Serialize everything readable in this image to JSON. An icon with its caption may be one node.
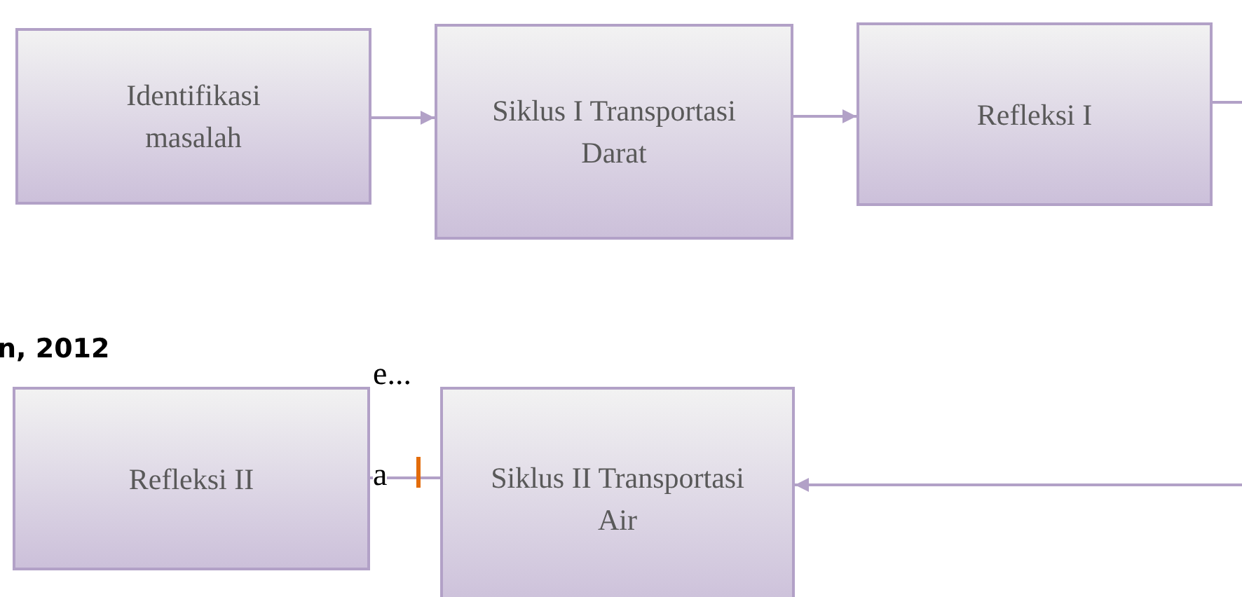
{
  "diagram": {
    "nodes": [
      {
        "text": [
          "Identifikasi masalah"
        ]
      },
      {
        "text": [
          "Siklus I Transportasi Darat"
        ]
      },
      {
        "text": [
          "Refleksi I"
        ]
      },
      {
        "text": [
          "Refleksi II"
        ]
      },
      {
        "text": [
          "Siklus II Transportasi Air"
        ]
      }
    ],
    "edges": [
      {
        "from": 0,
        "to": 1,
        "arrow": "to"
      },
      {
        "from": 1,
        "to": 2,
        "arrow": "to"
      },
      {
        "from": 2,
        "to": null,
        "arrow": "none"
      },
      {
        "from": null,
        "to": 4,
        "arrow": "to"
      },
      {
        "from": 4,
        "to": 3,
        "arrow": "to"
      }
    ],
    "labels": [
      "n, 2012",
      "e...",
      "a"
    ]
  }
}
